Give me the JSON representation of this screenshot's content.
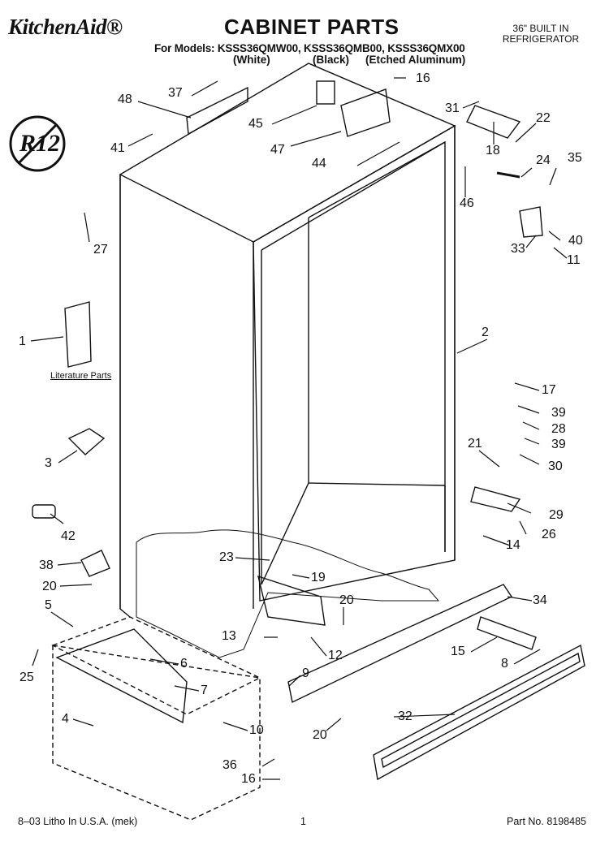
{
  "header": {
    "brand": "KitchenAid®",
    "title": "CABINET PARTS",
    "models_line": "For Models: KSSS36QMW00, KSSS36QMB00, KSSS36QMX00",
    "variant_white": "(White)",
    "variant_black": "(Black)",
    "variant_aluminum": "(Etched Aluminum)",
    "corner_line1": "36\" BUILT IN",
    "corner_line2": "REFRIGERATOR"
  },
  "badge": {
    "text": "R12"
  },
  "literature_label": "Literature Parts",
  "callouts": {
    "c1": "1",
    "c2": "2",
    "c3": "3",
    "c4": "4",
    "c5": "5",
    "c6": "6",
    "c7": "7",
    "c8": "8",
    "c9": "9",
    "c10": "10",
    "c11": "11",
    "c12": "12",
    "c13": "13",
    "c14": "14",
    "c15": "15",
    "c16a": "16",
    "c16b": "16",
    "c17": "17",
    "c18": "18",
    "c19": "19",
    "c20a": "20",
    "c20b": "20",
    "c20c": "20",
    "c21": "21",
    "c22": "22",
    "c23": "23",
    "c24": "24",
    "c25": "25",
    "c26": "26",
    "c27": "27",
    "c28": "28",
    "c29": "29",
    "c30": "30",
    "c31": "31",
    "c32": "32",
    "c33": "33",
    "c34": "34",
    "c35": "35",
    "c36": "36",
    "c37": "37",
    "c38": "38",
    "c39a": "39",
    "c39b": "39",
    "c40": "40",
    "c41": "41",
    "c42": "42",
    "c44": "44",
    "c45": "45",
    "c46": "46",
    "c47": "47",
    "c48": "48"
  },
  "footer": {
    "left": "8–03 Litho In U.S.A. (mek)",
    "center": "1",
    "right": "Part No. 8198485"
  }
}
